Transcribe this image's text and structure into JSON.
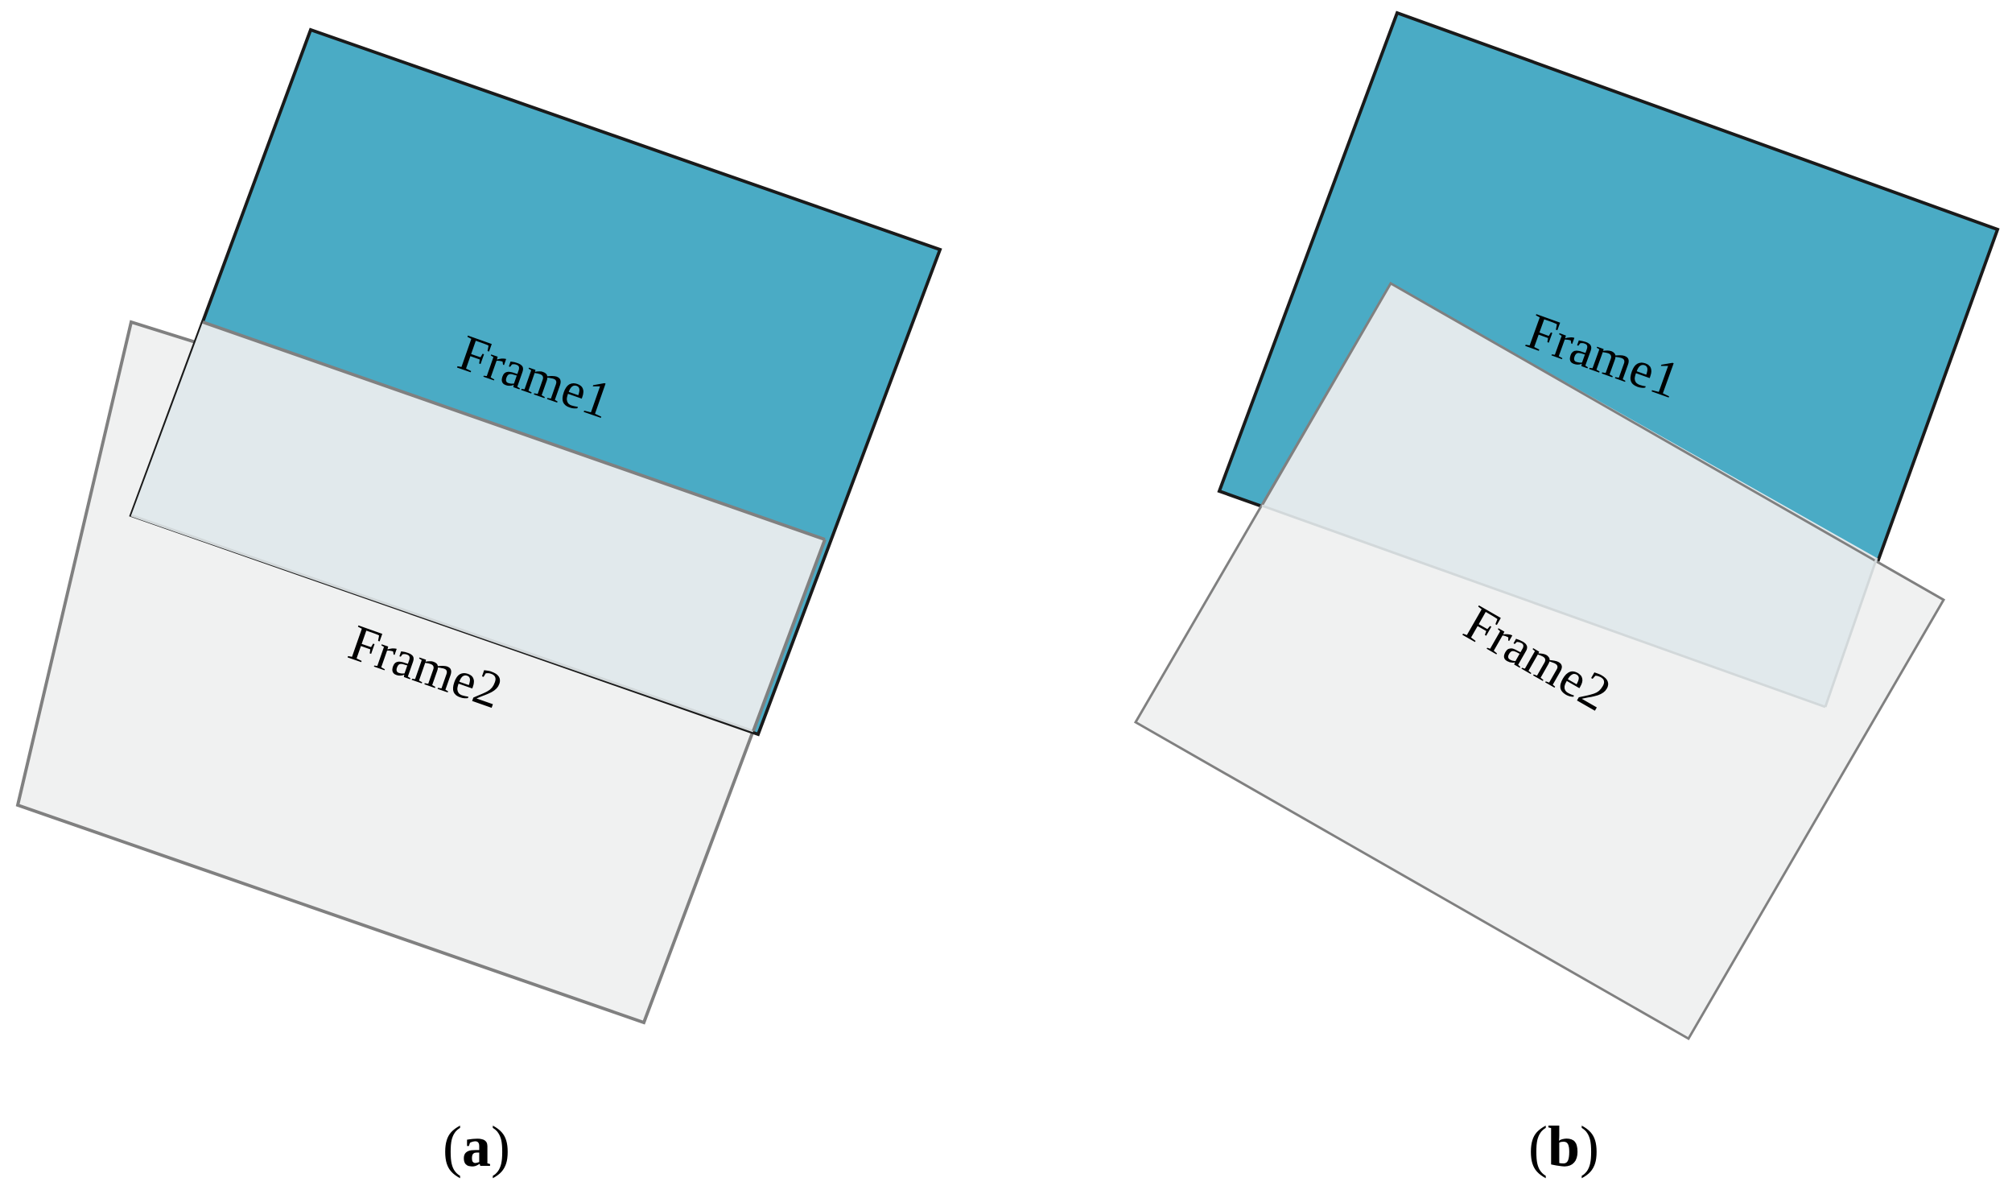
{
  "colors": {
    "frame1_fill": "#4aabc5",
    "frame1_stroke": "#1a1a1a",
    "frame2_fill": "#f0f1f1",
    "frame2_stroke": "#808080",
    "overlap_fill": "#e1e9ec"
  },
  "panels": [
    {
      "id": "a",
      "frame1_label": "Frame1",
      "frame2_label": "Frame2",
      "caption_open": "(",
      "caption_letter": "a",
      "caption_close": ")"
    },
    {
      "id": "b",
      "frame1_label": "Frame1",
      "frame2_label": "Frame2",
      "caption_open": "(",
      "caption_letter": "b",
      "caption_close": ")"
    }
  ]
}
